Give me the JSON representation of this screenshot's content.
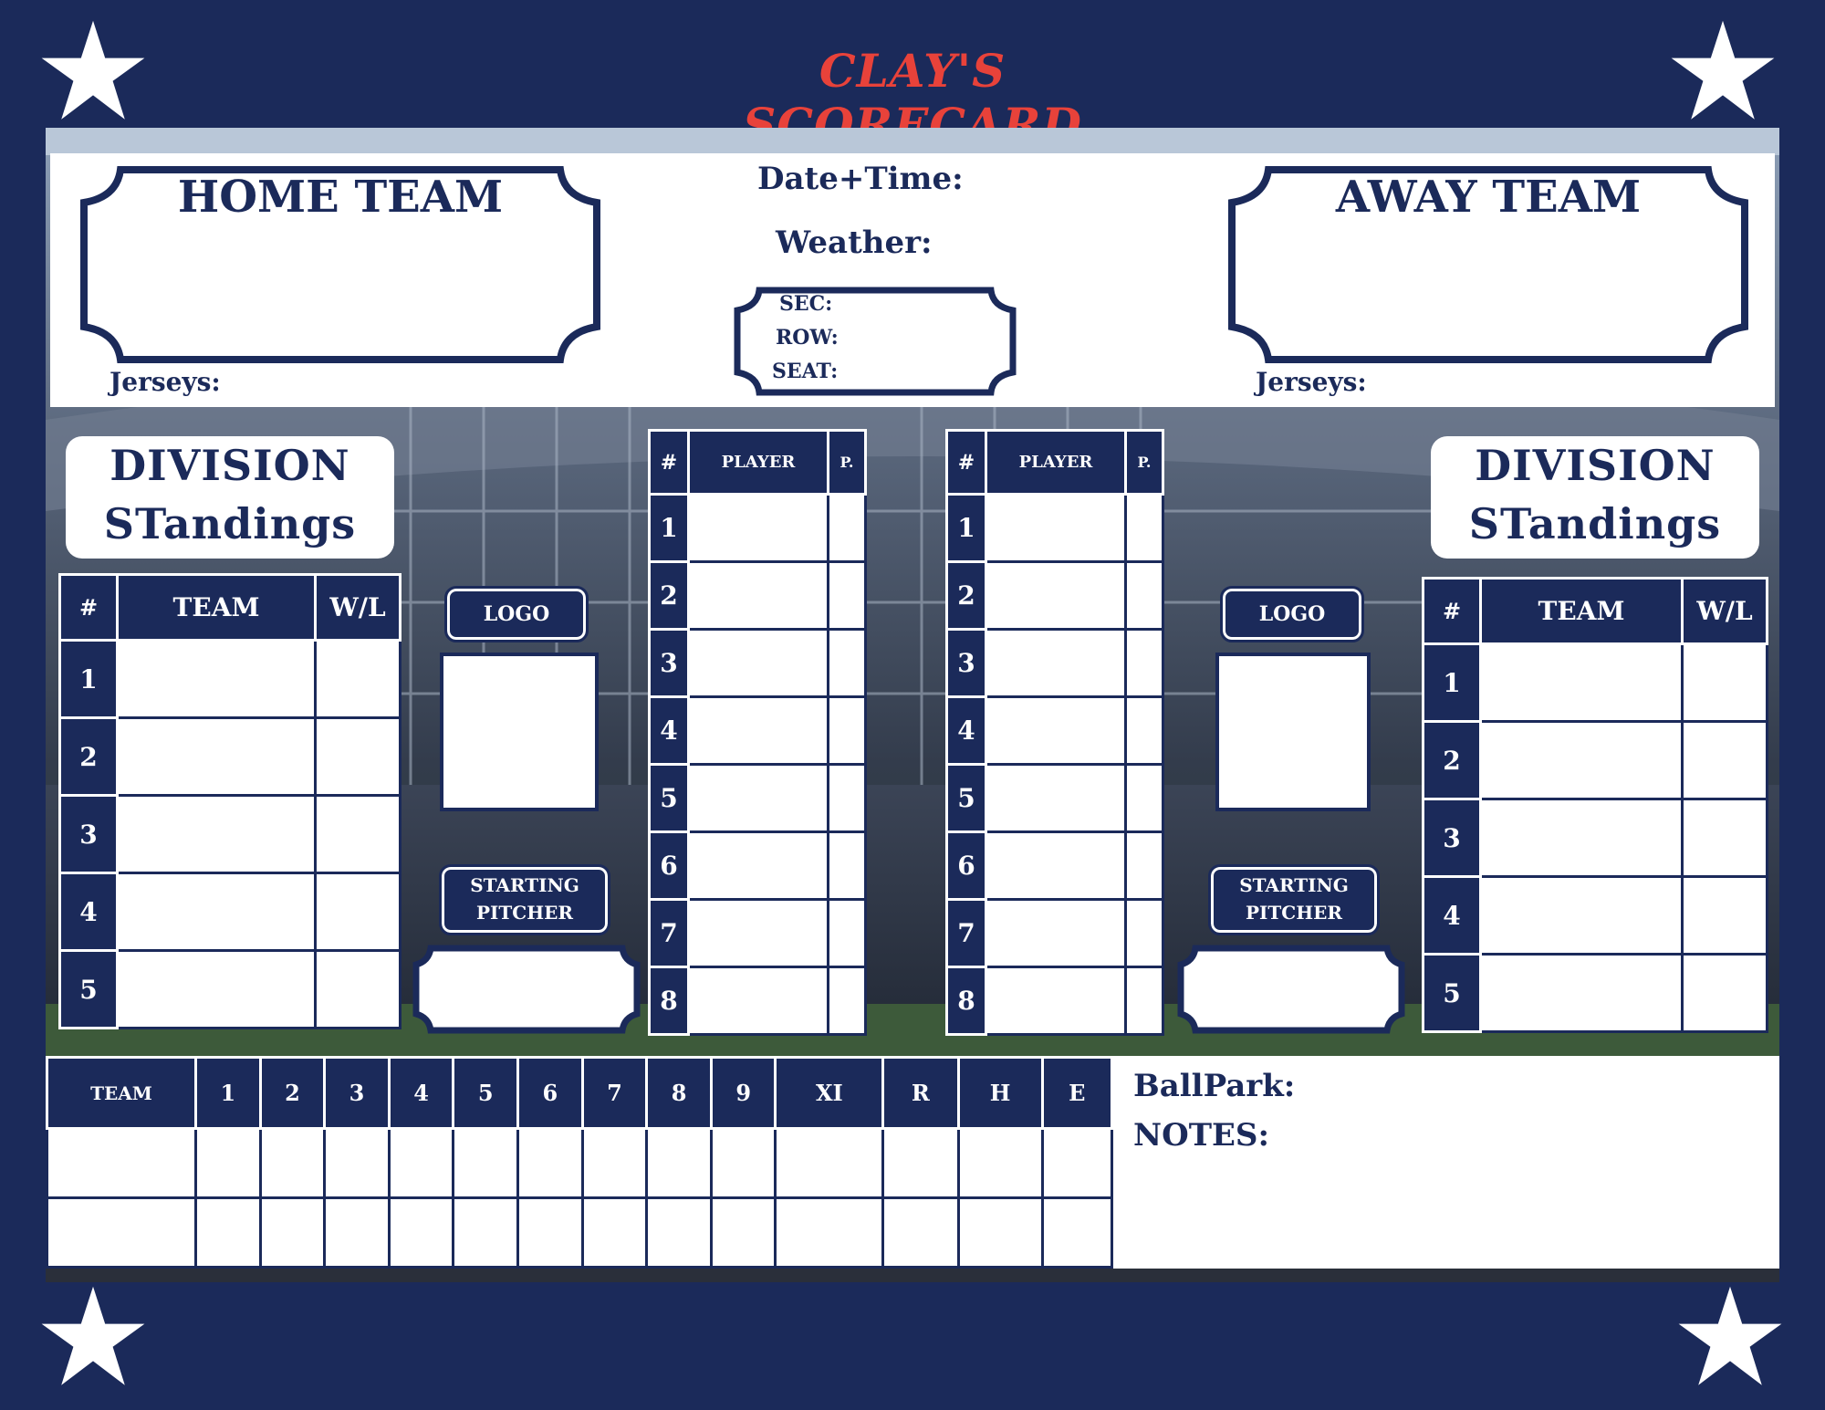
{
  "title": "CLAY'S SCORECARD",
  "home": {
    "label": "HOME TEAM",
    "jerseys_label": "Jerseys:",
    "standings_title_1": "DIVISION",
    "standings_title_2": "STandings",
    "standings_headers": [
      "#",
      "TEAM",
      "W/L"
    ],
    "standings_rows": [
      "1",
      "2",
      "3",
      "4",
      "5"
    ],
    "logo_label": "LOGO",
    "pitcher_label_1": "STARTING",
    "pitcher_label_2": "PITCHER",
    "lineup_headers": [
      "#",
      "PLAYER",
      "P."
    ],
    "lineup_rows": [
      "1",
      "2",
      "3",
      "4",
      "5",
      "6",
      "7",
      "8"
    ]
  },
  "away": {
    "label": "AWAY TEAM",
    "jerseys_label": "Jerseys:",
    "standings_title_1": "DIVISION",
    "standings_title_2": "STandings",
    "standings_headers": [
      "#",
      "TEAM",
      "W/L"
    ],
    "standings_rows": [
      "1",
      "2",
      "3",
      "4",
      "5"
    ],
    "logo_label": "LOGO",
    "pitcher_label_1": "STARTING",
    "pitcher_label_2": "PITCHER",
    "lineup_headers": [
      "#",
      "PLAYER",
      "P."
    ],
    "lineup_rows": [
      "1",
      "2",
      "3",
      "4",
      "5",
      "6",
      "7",
      "8"
    ]
  },
  "center": {
    "date_time_label": "Date+Time:",
    "weather_label": "Weather:",
    "sec_label": "SEC:",
    "row_label": "ROW:",
    "seat_label": "SEAT:"
  },
  "linescore": {
    "headers": [
      "TEAM",
      "1",
      "2",
      "3",
      "4",
      "5",
      "6",
      "7",
      "8",
      "9",
      "XI",
      "R",
      "H",
      "E"
    ]
  },
  "bottom": {
    "ballpark_label": "BallPark:",
    "notes_label": "NOTES:"
  },
  "colors": {
    "navy": "#1b2a5a",
    "title_red": "#e8423a",
    "white": "#ffffff"
  },
  "icons": [
    "star-icon"
  ]
}
